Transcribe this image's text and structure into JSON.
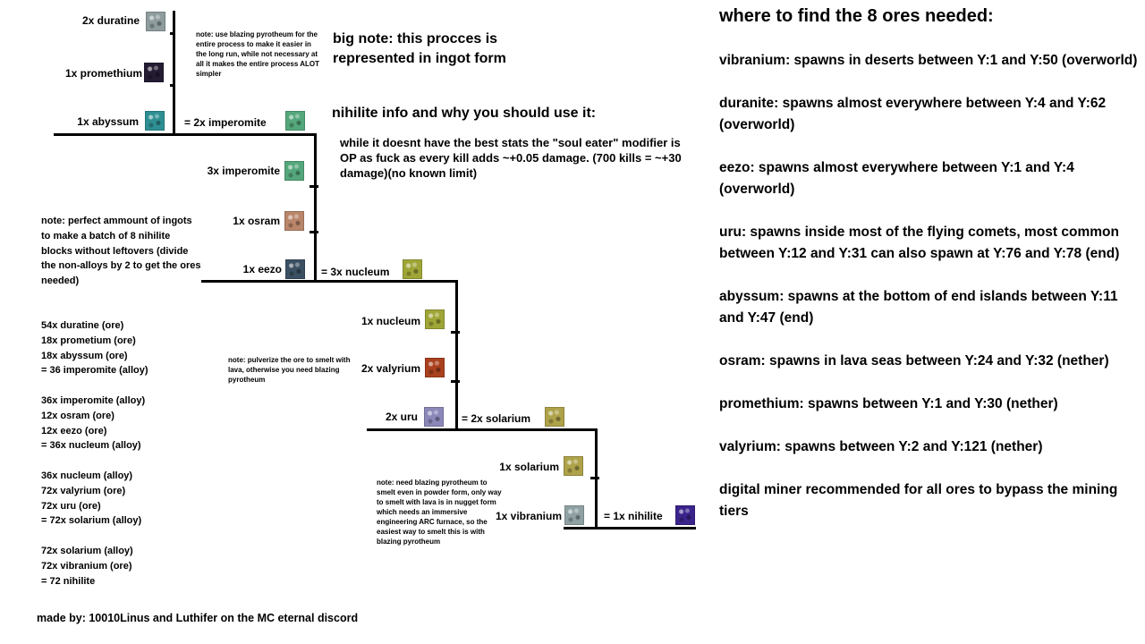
{
  "tree": {
    "nodes": [
      {
        "text": "2x duratine",
        "color": "#8e9c9e"
      },
      {
        "text": "1x promethium",
        "color": "#231c33"
      },
      {
        "text": "1x abyssum",
        "color": "#2e8f93"
      },
      {
        "text": "= 2x imperomite",
        "color": "#54a77b"
      },
      {
        "text": "3x imperomite",
        "color": "#54a77b"
      },
      {
        "text": "1x osram",
        "color": "#b9866a"
      },
      {
        "text": "1x eezo",
        "color": "#3b5062"
      },
      {
        "text": "= 3x nucleum",
        "color": "#9fa637"
      },
      {
        "text": "1x nucleum",
        "color": "#9fa637"
      },
      {
        "text": "2x valyrium",
        "color": "#a9401e"
      },
      {
        "text": "2x uru",
        "color": "#8b88b9"
      },
      {
        "text": "= 2x solarium",
        "color": "#aea24a"
      },
      {
        "text": "1x solarium",
        "color": "#aea24a"
      },
      {
        "text": "1x vibranium",
        "color": "#8fa1a3"
      },
      {
        "text": "= 1x nihilite",
        "color": "#3b238c"
      }
    ],
    "notes": {
      "blazing": "note: use blazing pyrotheum for the entire process to make it easier in the long run, while not necessary at all it makes the entire process ALOT simpler",
      "pulverize": "note: pulverize the ore to smelt with lava, otherwise you need blazing pyrotheum",
      "powder": "note: need blazing pyrotheum to smelt even in powder form, only way to smelt with lava is in nugget form which needs an immersive engineering ARC furnace, so the easiest way to smelt this is with blazing pyrotheum"
    }
  },
  "center": {
    "big_note": "big note: this procces is represented in ingot form",
    "nihilite_title": "nihilite info and why you should use it:",
    "nihilite_body": "while it doesnt have the best stats the \"soul eater\" modifier is OP as fuck as every kill adds ~+0.05 damage. (700 kills = ~+30 damage)(no known limit)"
  },
  "left": {
    "note": "note: perfect ammount of ingots to make a batch of 8 nihilite blocks without leftovers (divide the non-alloys by 2 to get the ores needed)",
    "recipes": [
      [
        "54x duratine (ore)",
        "18x prometium (ore)",
        "18x abyssum (ore)",
        "= 36 imperomite (alloy)"
      ],
      [
        "36x imperomite (alloy)",
        "12x osram (ore)",
        "12x eezo (ore)",
        "= 36x nucleum (alloy)"
      ],
      [
        "36x nucleum (alloy)",
        "72x valyrium (ore)",
        "72x uru (ore)",
        "= 72x solarium (alloy)"
      ],
      [
        "72x solarium (alloy)",
        "72x vibranium (ore)",
        "= 72 nihilite"
      ]
    ],
    "credit": "made by: 10010Linus and Luthifer on the MC eternal discord"
  },
  "right": {
    "title": "where to find the 8 ores needed:",
    "items": [
      "vibranium: spawns in deserts between Y:1 and Y:50 (overworld)",
      "duranite: spawns almost everywhere between Y:4 and Y:62 (overworld)",
      "eezo: spawns almost everywhere between Y:1 and Y:4 (overworld)",
      "uru: spawns inside most of the flying comets, most common between Y:12 and Y:31 can also spawn at Y:76 and Y:78 (end)",
      "abyssum: spawns at the bottom of end islands between Y:11 and Y:47 (end)",
      "osram: spawns in lava seas between Y:24 and Y:32 (nether)",
      "promethium: spawns between Y:1 and Y:30 (nether)",
      "valyrium: spawns between Y:2 and Y:121 (nether)",
      "digital miner recommended for all ores to bypass the mining tiers"
    ]
  }
}
